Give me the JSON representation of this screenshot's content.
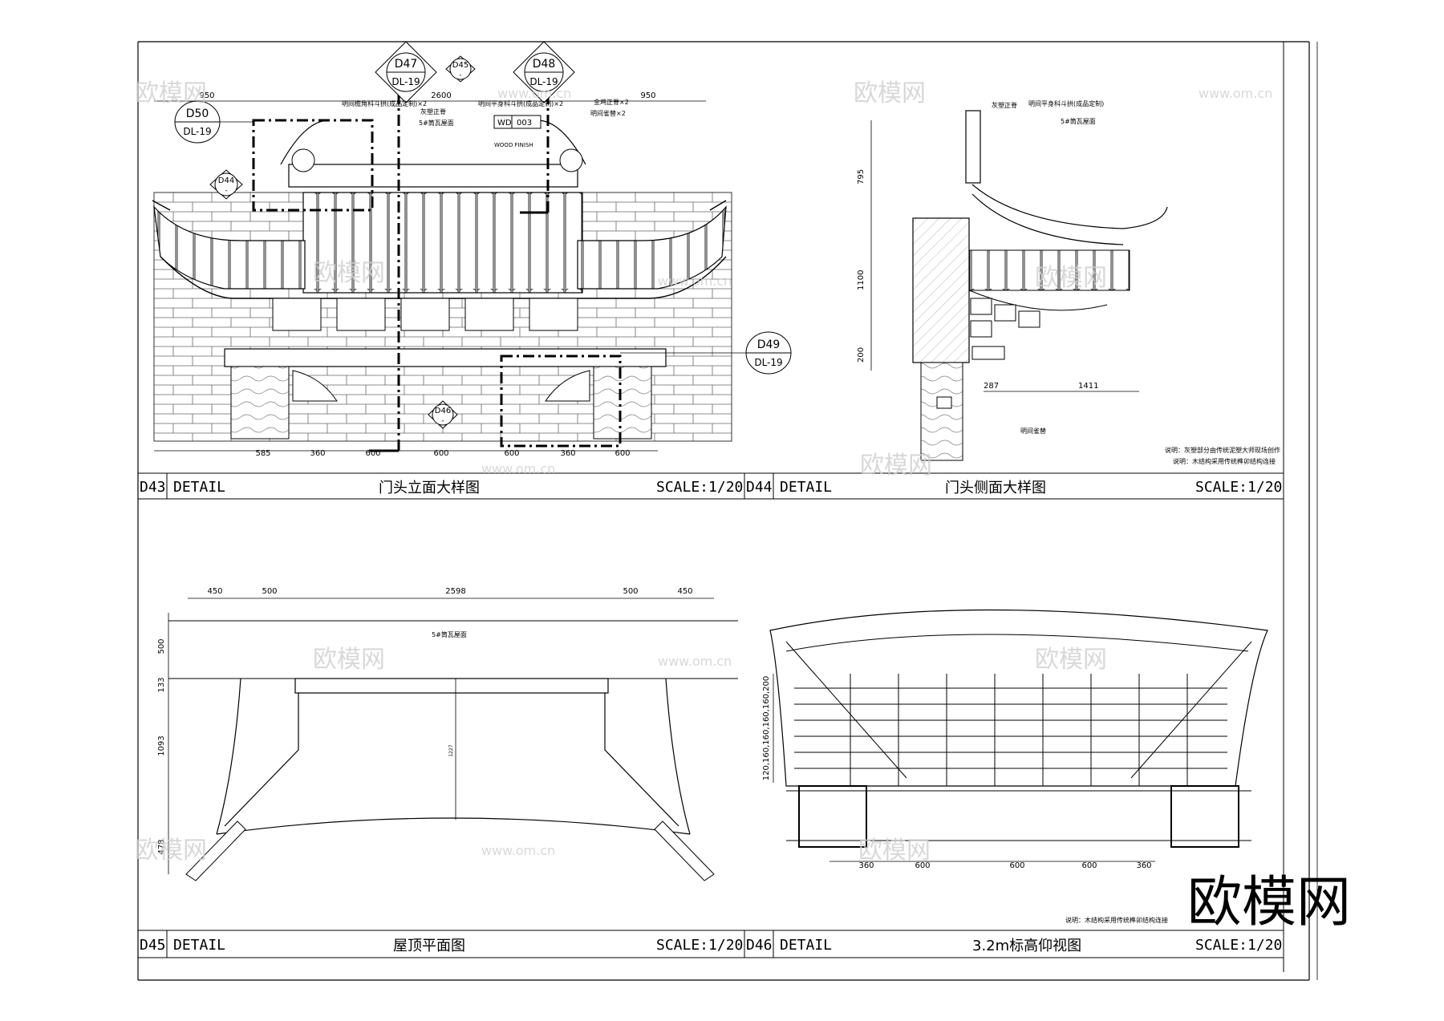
{
  "sheet": {
    "panels": [
      {
        "code": "D43",
        "kind": "DETAIL",
        "title": "门头立面大样图",
        "scale": "SCALE:1/20"
      },
      {
        "code": "D44",
        "kind": "DETAIL",
        "title": "门头侧面大样图",
        "scale": "SCALE:1/20"
      },
      {
        "code": "D45",
        "kind": "DETAIL",
        "title": "屋顶平面图",
        "scale": "SCALE:1/20"
      },
      {
        "code": "D46",
        "kind": "DETAIL",
        "title": "3.2m标高仰视图",
        "scale": "SCALE:1/20"
      }
    ]
  },
  "d43": {
    "callouts": [
      {
        "code": "D47",
        "ref": "DL-19"
      },
      {
        "code": "D48",
        "ref": "DL-19"
      },
      {
        "code": "D50",
        "ref": "DL-19"
      },
      {
        "code": "D49",
        "ref": "DL-19"
      },
      {
        "code": "D45",
        "ref": "-"
      },
      {
        "code": "D44",
        "ref": "-"
      },
      {
        "code": "D46",
        "ref": "-"
      }
    ],
    "top_dims": [
      "950",
      "2600",
      "950"
    ],
    "bottom_dims": [
      "585",
      "360",
      "600",
      "600",
      "600",
      "360",
      "600"
    ],
    "notes": [
      "明间檐角科斗拱(成品定制)×2",
      "灰塑正脊",
      "5#筒瓦屋面",
      "明间平身科斗拱(成品定制)×2",
      "金鸡正脊×2",
      "明间雀替×2",
      "WOOD FINISH"
    ],
    "tag": {
      "code": "WD",
      "num": "003"
    }
  },
  "d44": {
    "left_dims": [
      "795",
      "1100",
      "200"
    ],
    "bottom_dims": [
      "287",
      "1411"
    ],
    "notes": [
      "灰塑正脊",
      "明间平身科斗拱(成品定制)",
      "5#筒瓦屋面",
      "明间雀替"
    ],
    "remarks": [
      "说明：灰塑部分由传统泥塑大师现场创作",
      "说明：木结构采用传统榫卯结构连接"
    ]
  },
  "d45": {
    "top_dims": [
      "450",
      "500",
      "2598",
      "500",
      "450"
    ],
    "left_dims": [
      "500",
      "133",
      "1093",
      "478"
    ],
    "center_dim": "1227",
    "note": "5#筒瓦屋面"
  },
  "d46": {
    "left_dims": "120,160,160,160,160,200",
    "bottom_dims": [
      "360",
      "600",
      "600",
      "600",
      "360"
    ],
    "remark": "说明：木结构采用传统榫卯结构连接"
  },
  "watermark": {
    "brand": "欧模网",
    "site": "www.om.cn"
  }
}
